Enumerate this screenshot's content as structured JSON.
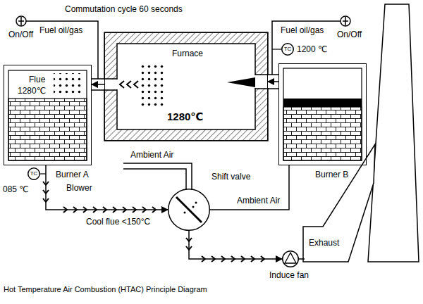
{
  "diagram": {
    "title": "Commutation cycle 60 seconds",
    "caption": "Hot Temperature Air Combustion (HTAC) Principle Diagram",
    "nodes": [
      {
        "text": [
          "Furnace",
          "1280℃"
        ]
      },
      {
        "text": [
          "Flue",
          "1280℃",
          "Burner A"
        ]
      },
      {
        "text": [
          "Burner B"
        ]
      },
      {
        "text": [
          "TC"
        ]
      },
      {
        "text": [
          "TC"
        ]
      },
      {
        "text": [
          "Shift valve"
        ]
      },
      {
        "text": [
          "Induce fan"
        ]
      },
      {
        "text": [
          "Exhaust"
        ]
      }
    ],
    "edges": [
      {
        "from": 0,
        "to": 1,
        "arrow": "to"
      },
      {
        "from": 2,
        "to": 0,
        "arrow": "to"
      },
      {
        "from": 1,
        "to": 5,
        "label": "Cool flue <150°C",
        "arrow": "to"
      },
      {
        "from": 5,
        "to": 2,
        "arrow": "none"
      },
      {
        "from": 5,
        "to": 6,
        "arrow": "to"
      },
      {
        "from": 6,
        "to": 7,
        "arrow": "none"
      }
    ],
    "labels": [
      "Fuel oil/gas",
      "On/Off",
      "Fuel oil/gas",
      "On/Off",
      "1200 ℃",
      "085 ℃",
      "Blower",
      "Ambient Air",
      "Ambient Air"
    ]
  }
}
